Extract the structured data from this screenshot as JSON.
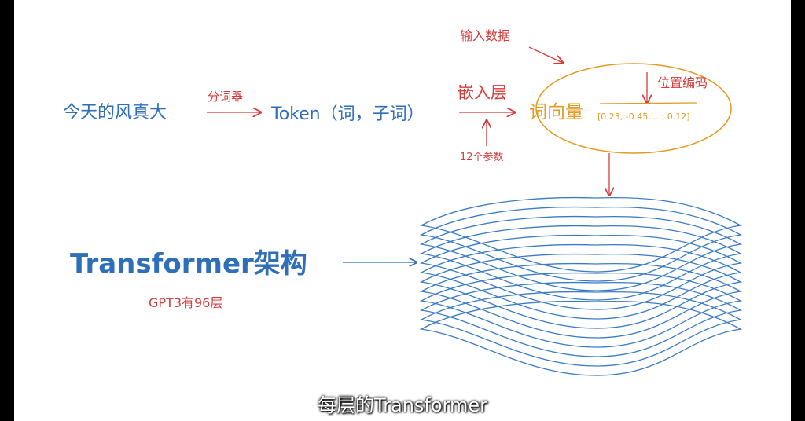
{
  "diagram": {
    "input_sentence": "今天的风真大",
    "tokenizer_label": "分词器",
    "token_text": "Token（词，子词）",
    "embedding_label": "嵌入层",
    "params_label": "12个参数",
    "input_data_label": "输入数据",
    "position_encoding_label": "位置编码",
    "word_vector_label": "词向量",
    "vector_values": "[0.23, -0.45, ..., 0.12]",
    "transformer_label": "Transformer架构",
    "gpt3_layers": "GPT3有96层"
  },
  "caption": "每层的Transformer",
  "colors": {
    "blue": "#2e6fb8",
    "red": "#d43c3a",
    "orange": "#e39a1f",
    "background": "#ffffff",
    "frame": "#000000"
  }
}
